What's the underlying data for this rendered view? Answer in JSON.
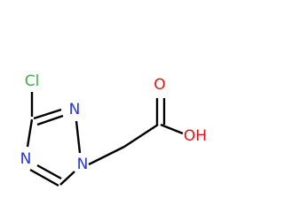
{
  "molecule": {
    "atoms": {
      "cl": {
        "symbol": "Cl",
        "color": "#3cb043"
      },
      "n_top": {
        "symbol": "N",
        "color": "#2233ee"
      },
      "n_left": {
        "symbol": "N",
        "color": "#2233ee"
      },
      "n_ring": {
        "symbol": "N",
        "color": "#2233ee"
      },
      "o_carbonyl": {
        "symbol": "O",
        "color": "#ee1111"
      },
      "oh": {
        "symbol": "OH",
        "color": "#ee1111"
      }
    },
    "bond_color": "#000000"
  }
}
